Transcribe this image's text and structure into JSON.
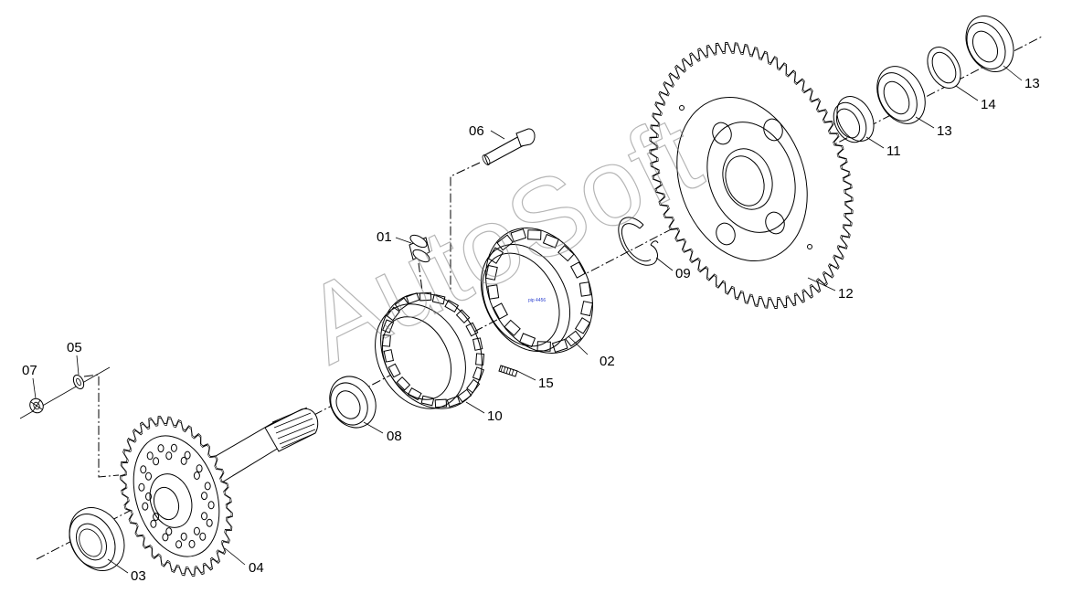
{
  "watermark": "AutoSoft",
  "small_mark": "pip 4456",
  "callouts": [
    {
      "id": "01",
      "text": "01"
    },
    {
      "id": "02",
      "text": "02"
    },
    {
      "id": "03",
      "text": "03"
    },
    {
      "id": "04",
      "text": "04"
    },
    {
      "id": "05",
      "text": "05"
    },
    {
      "id": "06",
      "text": "06"
    },
    {
      "id": "07",
      "text": "07"
    },
    {
      "id": "08",
      "text": "08"
    },
    {
      "id": "09",
      "text": "09"
    },
    {
      "id": "10",
      "text": "10"
    },
    {
      "id": "11",
      "text": "11"
    },
    {
      "id": "12",
      "text": "12"
    },
    {
      "id": "13a",
      "text": "13"
    },
    {
      "id": "13b",
      "text": "13"
    },
    {
      "id": "14",
      "text": "14"
    },
    {
      "id": "15",
      "text": "15"
    }
  ]
}
